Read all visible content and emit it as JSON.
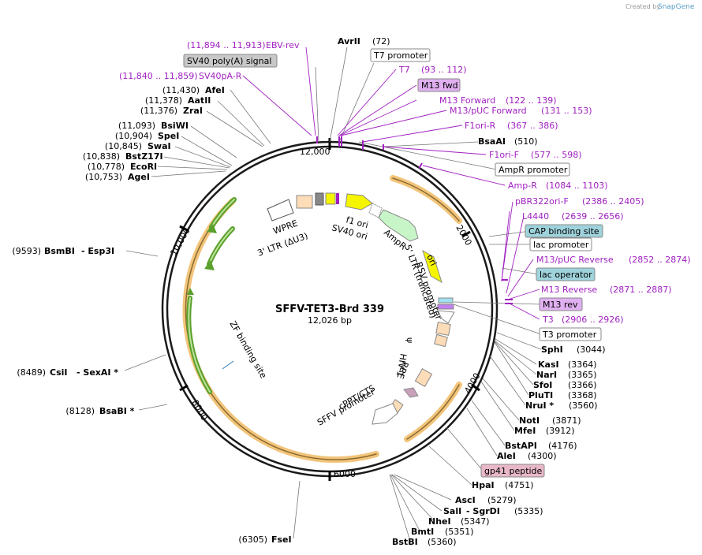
{
  "credit": {
    "text": "Created by",
    "brand": "SnapGene"
  },
  "plasmid": {
    "name": "SFFV-TET3-Brd 339",
    "size": "12,026 bp"
  },
  "ticks": {
    "t12000": "12,000",
    "t2000": "2000",
    "t4000": "4000",
    "t6000": "6000",
    "t8000": "8000",
    "t10000": "10,000"
  },
  "enzymes_top": {
    "avrii": {
      "name": "AvrII",
      "pos": "(72)"
    },
    "bsaai": {
      "name": "BsaAI",
      "pos": "(510)"
    }
  },
  "enzymes_left_top": [
    {
      "pos": "(11,430)",
      "name": "AfeI"
    },
    {
      "pos": "(11,378)",
      "name": "AatII"
    },
    {
      "pos": "(11,376)",
      "name": "ZraI"
    },
    {
      "pos": "(11,093)",
      "name": "BsiWI"
    },
    {
      "pos": "(10,904)",
      "name": "SpeI"
    },
    {
      "pos": "(10,845)",
      "name": "SwaI"
    },
    {
      "pos": "(10,838)",
      "name": "BstZ17I"
    },
    {
      "pos": "(10,778)",
      "name": "EcoRI"
    },
    {
      "pos": "(10,753)",
      "name": "AgeI"
    }
  ],
  "enzymes_left_mid": [
    {
      "pos": "(9593)",
      "name": "BsmBI",
      "name2": "- Esp3I"
    },
    {
      "pos": "(8489)",
      "name": "CsiI",
      "name2": "- SexAI *"
    },
    {
      "pos": "(8128)",
      "name": "BsaBI *",
      "name2": ""
    }
  ],
  "enzymes_right": [
    {
      "name": "SphI",
      "pos": "(3044)"
    },
    {
      "name": "KasI",
      "pos": "(3364)"
    },
    {
      "name": "NarI",
      "pos": "(3365)"
    },
    {
      "name": "SfoI",
      "pos": "(3366)"
    },
    {
      "name": "PluTI",
      "pos": "(3368)"
    },
    {
      "name": "NruI *",
      "pos": "(3560)"
    },
    {
      "name": "NotI",
      "pos": "(3871)"
    },
    {
      "name": "MfeI",
      "pos": "(3912)"
    },
    {
      "name": "BstAPI",
      "pos": "(4176)"
    },
    {
      "name": "AleI",
      "pos": "(4300)"
    }
  ],
  "enzymes_bottom": [
    {
      "name": "HpaI",
      "pos": "(4751)"
    },
    {
      "name": "AscI",
      "pos": "(5279)"
    },
    {
      "name": "SalI",
      "name2": "- SgrDI",
      "pos": "(5335)"
    },
    {
      "name": "NheI",
      "pos": "(5347)"
    },
    {
      "name": "BmtI",
      "pos": "(5351)"
    },
    {
      "name": "BstBI",
      "pos": "(5360)"
    }
  ],
  "fsei": {
    "pos": "(6305)",
    "name": "FseI"
  },
  "primers": {
    "ebv": {
      "range": "(11,894 .. 11,913)",
      "name": "EBV-rev"
    },
    "sv40pa": {
      "range": "(11,840 .. 11,859)",
      "name": "SV40pA-R"
    },
    "t7": {
      "name": "T7",
      "range": "(93 .. 112)"
    },
    "m13f": {
      "name": "M13 Forward",
      "range": "(122 .. 139)"
    },
    "m13puc": {
      "name": "M13/pUC Forward",
      "range": "(131 .. 153)"
    },
    "f1orir": {
      "name": "F1ori-R",
      "range": "(367 .. 386)"
    },
    "f1orif": {
      "name": "F1ori-F",
      "range": "(577 .. 598)"
    },
    "ampr": {
      "name": "Amp-R",
      "range": "(1084 .. 1103)"
    },
    "pbr": {
      "name": "pBR322ori-F",
      "range": "(2386 .. 2405)"
    },
    "l4440": {
      "name": "L4440",
      "range": "(2639 .. 2656)"
    },
    "m13pucrev": {
      "name": "M13/pUC Reverse",
      "range": "(2852 .. 2874)"
    },
    "m13rev": {
      "name": "M13 Reverse",
      "range": "(2871 .. 2887)"
    },
    "t3": {
      "name": "T3",
      "range": "(2906 .. 2926)"
    }
  },
  "feature_boxes": {
    "sv40polya": "SV40 poly(A) signal",
    "t7prom": "T7 promoter",
    "m13fwd": "M13 fwd",
    "ampr_prom": "AmpR promoter",
    "cap": "CAP binding site",
    "lacprom": "lac promoter",
    "lacop": "lac operator",
    "m13revbox": "M13 rev",
    "t3prom": "T3 promoter",
    "gp41": "gp41 peptide"
  },
  "inner_labels": {
    "wpre": "WPRE",
    "ltr3": "3' LTR (ΔU3)",
    "f1ori": "f1 ori",
    "sv40ori": "SV40 ori",
    "ampr": "AmpR",
    "ltr5": "5' LTR (truncated)",
    "rsv": "RSV promoter",
    "ori": "ori",
    "psi": "ψ",
    "hiv": "HIV-1",
    "rre": "RRE",
    "cppt": "cPPT/CTS",
    "sffv": "SFFV promoter",
    "zf": "ZF binding site"
  },
  "colors": {
    "backbone": "#1a1a1a",
    "primer": "#a020c0",
    "orange_arc": "#f2c47a",
    "green_arrow": "#5aa02c",
    "yellow": "#f5f500",
    "light_green": "#c8f5c8",
    "peach": "#fddcb8",
    "teal_box": "#9fd3dc",
    "pink_box": "#e8b8c8",
    "violet_box": "#e0b0f0",
    "gray_box": "#c8c8c8"
  }
}
